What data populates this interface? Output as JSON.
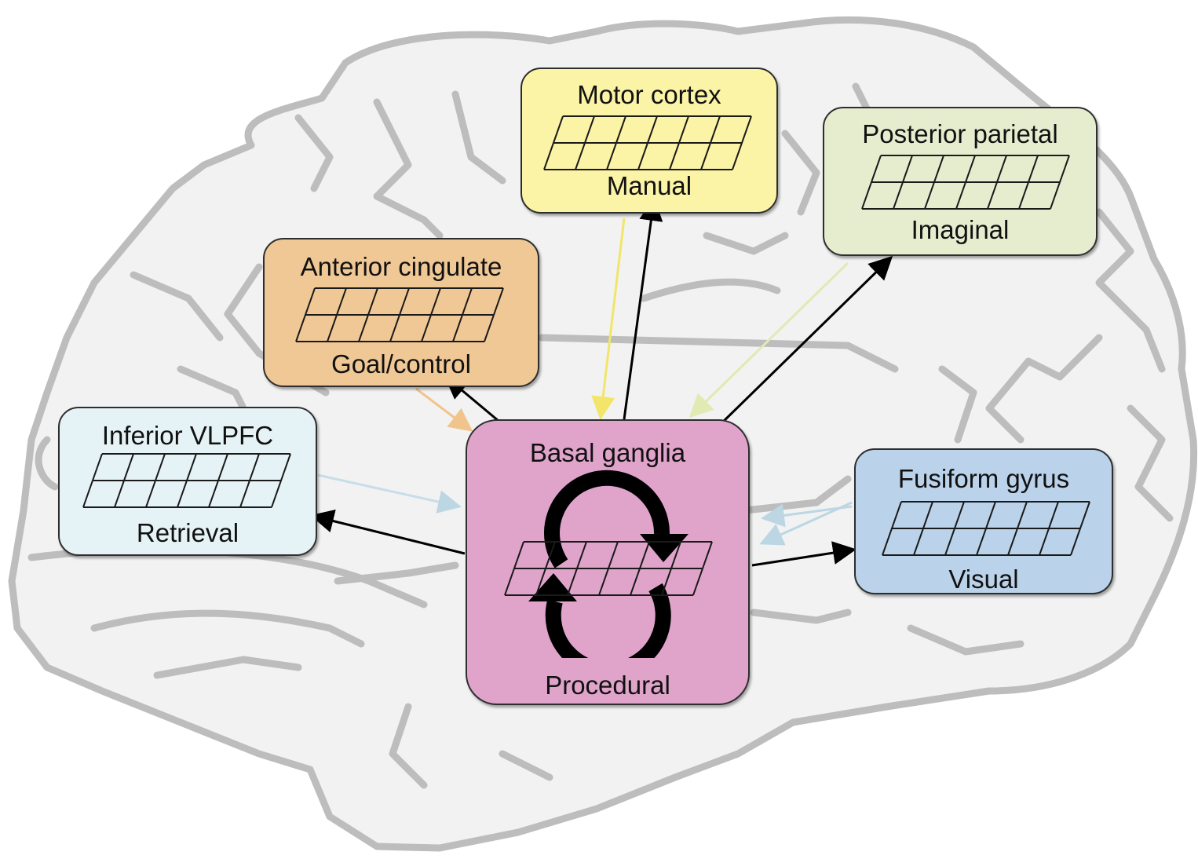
{
  "modules": {
    "motor": {
      "region": "Motor cortex",
      "function": "Manual"
    },
    "posterior_parietal": {
      "region": "Posterior parietal",
      "function": "Imaginal"
    },
    "anterior_cingulate": {
      "region": "Anterior cingulate",
      "function": "Goal/control"
    },
    "vlpfc": {
      "region": "Inferior VLPFC",
      "function": "Retrieval"
    },
    "fusiform": {
      "region": "Fusiform gyrus",
      "function": "Visual"
    },
    "basal_ganglia": {
      "region": "Basal ganglia",
      "function": "Procedural"
    }
  },
  "colors": {
    "motor": "#fbf3a6",
    "posterior_parietal": "#e6edcf",
    "anterior_cingulate": "#f0c896",
    "vlpfc": "#e6f3f6",
    "fusiform": "#bad2ea",
    "basal_ganglia": "#e0a4cb",
    "brain_outline": "#bdbdbd",
    "brain_fill": "#f2f2f2"
  },
  "icons": {
    "cycle": "circular-arrows-icon",
    "buffer": "grid-buffer-icon"
  }
}
